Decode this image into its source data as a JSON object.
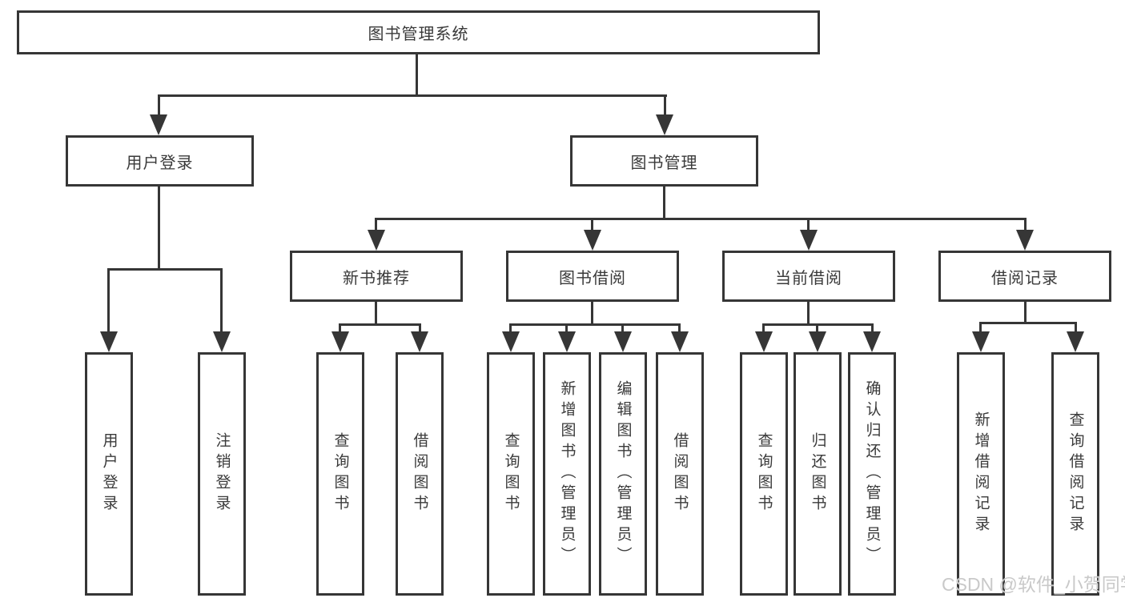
{
  "diagram": {
    "title": "图书管理系统",
    "branches": [
      {
        "label": "用户登录",
        "children": [
          {
            "label": "用户登录"
          },
          {
            "label": "注销登录"
          }
        ]
      },
      {
        "label": "图书管理",
        "children": [
          {
            "label": "新书推荐",
            "children": [
              {
                "label": "查询图书"
              },
              {
                "label": "借阅图书"
              }
            ]
          },
          {
            "label": "图书借阅",
            "children": [
              {
                "label": "查询图书"
              },
              {
                "label": "新增图书（管理员）"
              },
              {
                "label": "编辑图书（管理员）"
              },
              {
                "label": "借阅图书"
              }
            ]
          },
          {
            "label": "当前借阅",
            "children": [
              {
                "label": "查询图书"
              },
              {
                "label": "归还图书"
              },
              {
                "label": "确认归还（管理员）"
              }
            ]
          },
          {
            "label": "借阅记录",
            "children": [
              {
                "label": "新增借阅记录"
              },
              {
                "label": "查询借阅记录"
              }
            ]
          }
        ]
      }
    ]
  },
  "watermark": {
    "text": "CSDN @软件_小贺同学"
  },
  "colors": {
    "line": "#363636",
    "text": "#3a3a3a",
    "watermark": "#c9c9c9",
    "background": "#ffffff"
  }
}
